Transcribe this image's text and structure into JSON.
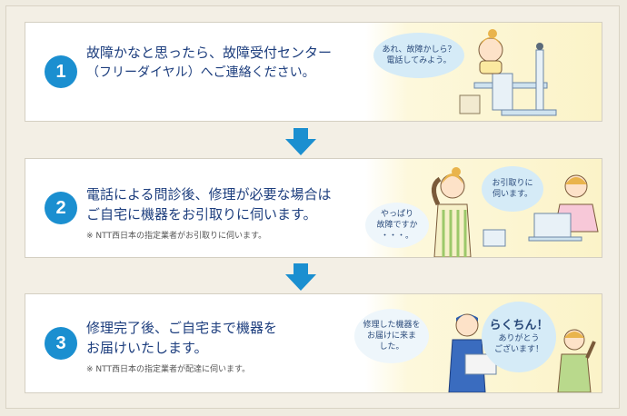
{
  "steps": [
    {
      "number": "1",
      "lines": [
        "故障かなと思ったら、故障受付センター",
        "（フリーダイヤル）へご連絡ください。"
      ],
      "bubbles": [
        "あれ、故障かしら？\n電話してみよう。"
      ]
    },
    {
      "number": "2",
      "lines": [
        "電話による問診後、修理が必要な場合は",
        "ご自宅に機器をお引取りに伺います。"
      ],
      "note": "※ NTT西日本の指定業者がお引取りに伺います。",
      "bubbles": [
        "やっぱり\n故障ですか\n・・・。",
        "お引取りに\n伺います。"
      ]
    },
    {
      "number": "3",
      "lines": [
        "修理完了後、ご自宅まで機器を",
        "お届けいたします。"
      ],
      "note": "※ NTT西日本の指定業者が配達に伺います。",
      "bubbles": [
        "修理した機器を\nお届けに来ま\nした。",
        "らくちん！",
        "ありがとう\nございます！"
      ]
    }
  ],
  "colors": {
    "accent": "#1b8fd0",
    "text": "#1d3e7e",
    "bubble": "#d5ebf7"
  }
}
